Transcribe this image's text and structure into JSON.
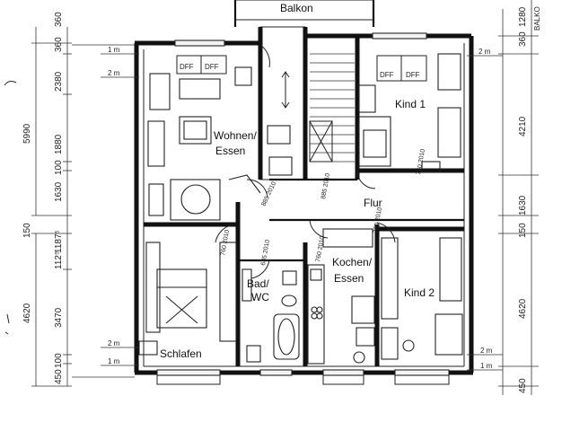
{
  "rooms": {
    "balkon": "Balkon",
    "wohnen_1": "Wohnen/",
    "wohnen_2": "Essen",
    "kind1": "Kind 1",
    "flur": "Flur",
    "kochen_1": "Kochen/",
    "kochen_2": "Essen",
    "bad_1": "Bad/",
    "bad_2": "WC",
    "kind2": "Kind 2",
    "schlafen": "Schlafen"
  },
  "left_dims": {
    "total_top": "5990",
    "total_bottom": "4620",
    "d_360a": "360",
    "d_360b": "360",
    "d_2380": "2380",
    "d_1880": "1880",
    "d_100a": "100",
    "d_1630": "1630",
    "d_150": "150",
    "d_1187": "1187⁵",
    "d_112": "112⁵",
    "d_3470": "3470",
    "d_100b": "100",
    "d_450": "450"
  },
  "right_dims": {
    "d_360": "360",
    "d_1280": "1280",
    "balk": "BALKO",
    "d_4210": "4210",
    "d_1630": "1630",
    "d_150": "150",
    "d_4620": "4620",
    "d_450": "450"
  },
  "level_marks": {
    "m1_top_left": "1 m",
    "m2_top_left": "2 m",
    "m2_bottom_left": "2 m",
    "m1_bottom_left": "1 m",
    "m2_top_right": "2 m",
    "m1_bottom_right": "1 m",
    "m2_bottom_right": "2 m"
  },
  "door_labels": {
    "d885_2010": "885 2010",
    "d885_2010b": "885 2010",
    "d760_2010": "760 2010",
    "d760_2010b": "760 2010",
    "d760_2010c": "760 2010",
    "d635_2010": "635 2010",
    "d760_2010d": "760 2010"
  },
  "window_labels": {
    "dff_1": "DFF",
    "dff_2": "DFF",
    "dff_3": "DFF",
    "dff_4": "DFF"
  }
}
